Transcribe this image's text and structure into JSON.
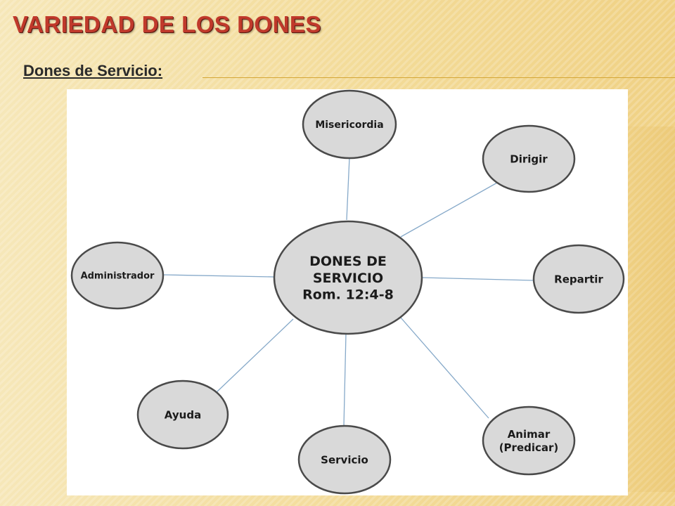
{
  "slide": {
    "title": "VARIEDAD DE LOS DONES",
    "subtitle": "Dones de Servicio:"
  },
  "diagram": {
    "center": {
      "lines": [
        "DONES DE",
        "SERVICIO",
        "Rom. 12:4-8"
      ]
    },
    "nodes": [
      {
        "id": "misericordia",
        "lines": [
          "Misericordia"
        ]
      },
      {
        "id": "dirigir",
        "lines": [
          "Dirigir"
        ]
      },
      {
        "id": "repartir",
        "lines": [
          "Repartir"
        ]
      },
      {
        "id": "animar",
        "lines": [
          "Animar",
          "(Predicar)"
        ]
      },
      {
        "id": "servicio",
        "lines": [
          "Servicio"
        ]
      },
      {
        "id": "ayuda",
        "lines": [
          "Ayuda"
        ]
      },
      {
        "id": "administrador",
        "lines": [
          "Administrador"
        ]
      }
    ],
    "colors": {
      "node_fill": "#d9d9d9",
      "node_stroke": "#4a4a4a",
      "connector": "#86a9c9"
    }
  }
}
